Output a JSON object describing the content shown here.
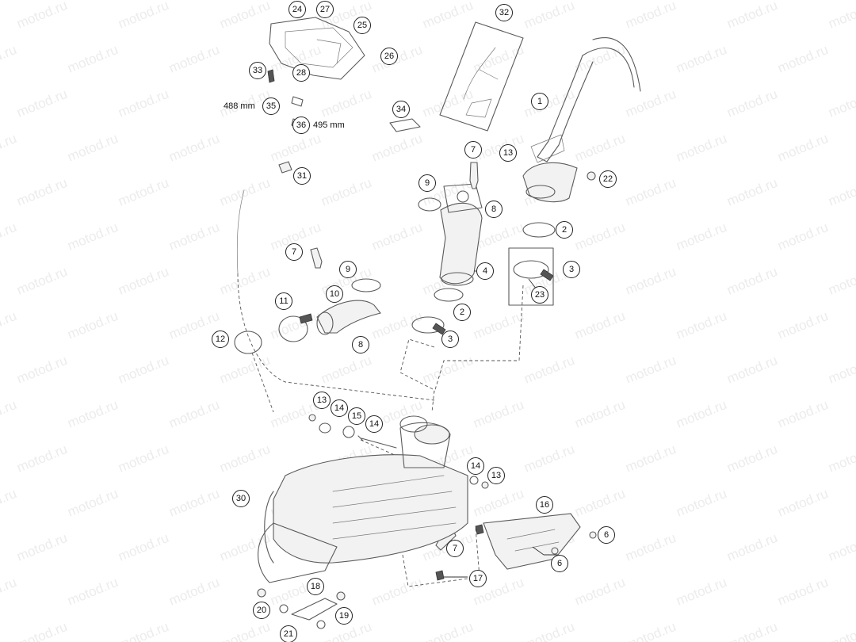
{
  "watermark": "motod.ru",
  "dimensions": {
    "d35": "488 mm",
    "d36": "495 mm"
  },
  "callouts": {
    "c1": "1",
    "c2a": "2",
    "c2b": "2",
    "c3a": "3",
    "c3b": "3",
    "c4": "4",
    "c6a": "6",
    "c6b": "6",
    "c7a": "7",
    "c7b": "7",
    "c7c": "7",
    "c8a": "8",
    "c8b": "8",
    "c9a": "9",
    "c9b": "9",
    "c10": "10",
    "c11": "11",
    "c12": "12",
    "c13a": "13",
    "c13b": "13",
    "c13c": "13",
    "c14a": "14",
    "c14b": "14",
    "c14c": "14",
    "c15": "15",
    "c16": "16",
    "c17": "17",
    "c18": "18",
    "c19": "19",
    "c20": "20",
    "c21": "21",
    "c22": "22",
    "c23": "23",
    "c24": "24",
    "c25": "25",
    "c26": "26",
    "c27": "27",
    "c28": "28",
    "c30": "30",
    "c31": "31",
    "c32": "32",
    "c33": "33",
    "c34": "34",
    "c35": "35",
    "c36": "36"
  }
}
